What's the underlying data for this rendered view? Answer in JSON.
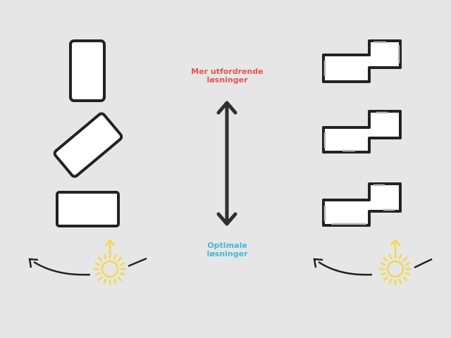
{
  "labels": {
    "top_line1": "Mer utfordrende",
    "top_line2": "løsninger",
    "bottom_line1": "Optimale",
    "bottom_line2": "løsninger"
  },
  "colors": {
    "background": "#e6e6e6",
    "outline": "#222222",
    "fill": "#ffffff",
    "arrow": "#2f2f2f",
    "sun": "#f5d84b",
    "challenging_text": "#e0554c",
    "optimal_text": "#45b7d9",
    "window": "#bbbbbb"
  },
  "icons": {
    "sun": "sun-icon",
    "sun_path": "sun-path-arrow-icon",
    "scale": "double-arrow-icon"
  }
}
